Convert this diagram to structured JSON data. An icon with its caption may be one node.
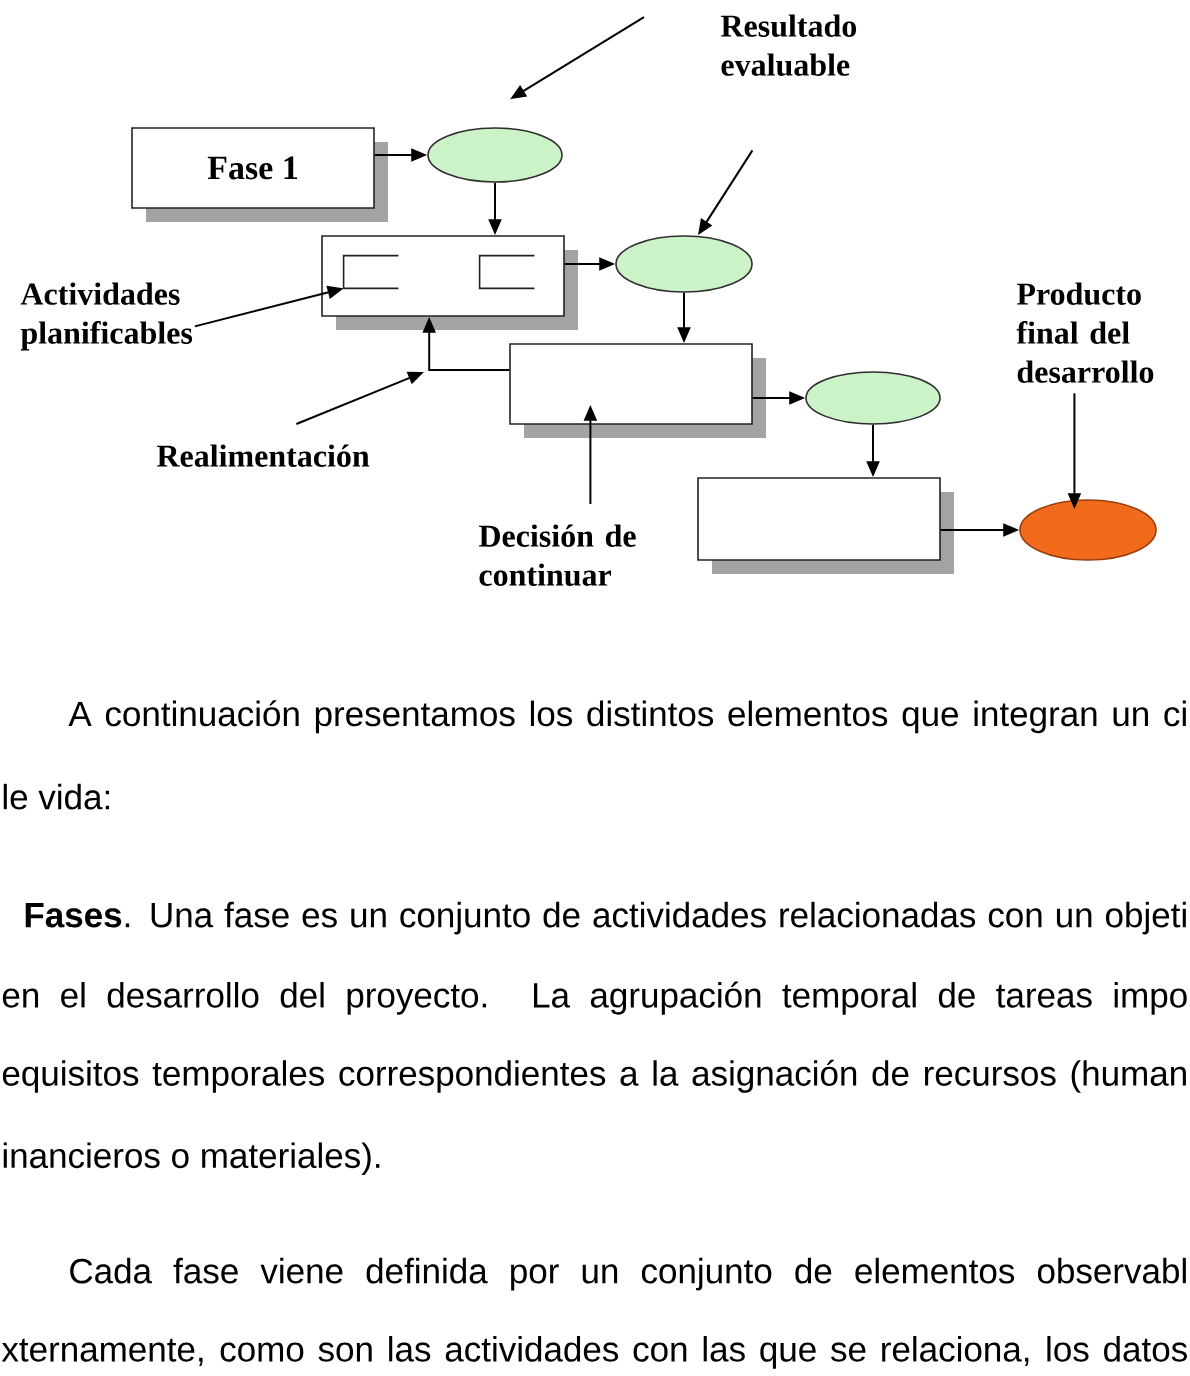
{
  "diagram": {
    "nodes": [
      {
        "text": [
          "Resultado evaluable"
        ]
      },
      {
        "text": [
          "Fase 1"
        ]
      },
      {
        "text": [],
        "shape": "ellipse"
      },
      {
        "text": [],
        "shape": "box"
      },
      {
        "text": [],
        "shape": "box",
        "in": 3
      },
      {
        "text": [],
        "shape": "box",
        "in": 3
      },
      {
        "text": [],
        "shape": "ellipse"
      },
      {
        "text": [
          "Actividades planificables"
        ]
      },
      {
        "text": [
          "Producto final del desarrollo"
        ]
      },
      {
        "text": [],
        "shape": "box"
      },
      {
        "text": [],
        "shape": "ellipse"
      },
      {
        "text": [
          "Realimentación"
        ]
      },
      {
        "text": [],
        "shape": "box"
      },
      {
        "text": [],
        "shape": "ellipse"
      },
      {
        "text": [
          "Decisión de continuar"
        ]
      }
    ],
    "edges": [
      {
        "from": 1,
        "to": 2,
        "arrow": "to"
      },
      {
        "from": 2,
        "to": 3,
        "arrow": "to"
      },
      {
        "from": 3,
        "to": 6,
        "arrow": "to"
      },
      {
        "from": 6,
        "to": 9,
        "arrow": "to"
      },
      {
        "from": 9,
        "to": 10,
        "arrow": "to"
      },
      {
        "from": 10,
        "to": 12,
        "arrow": "to"
      },
      {
        "from": 12,
        "to": 13,
        "arrow": "to"
      },
      {
        "from": 9,
        "to": 3,
        "arrow": "to"
      },
      {
        "from": 0,
        "to": 2,
        "arrow": "to"
      },
      {
        "from": 0,
        "to": 6,
        "arrow": "to"
      },
      {
        "from": 7,
        "to": 4,
        "arrow": "to"
      },
      {
        "from": 8,
        "to": 13,
        "arrow": "to"
      },
      {
        "from": 11,
        "to": null,
        "arrow": "to"
      },
      {
        "from": 14,
        "to": 9,
        "arrow": "to"
      }
    ],
    "labels": [
      "A continuación presentamos los distintos elementos que integran un ci",
      "le vida:",
      "**Fases**. Una fase es un conjunto de actividades relacionadas con un objeti",
      "en el desarrollo del proyecto. La agrupación temporal de tareas impo",
      "equisitos temporales correspondientes a la asignación de recursos (human",
      "inancieros o materiales).",
      "Cada fase viene definida por un conjunto de elementos observabl",
      "xternamente, como son las actividades con las que se relaciona, los datos"
    ]
  }
}
